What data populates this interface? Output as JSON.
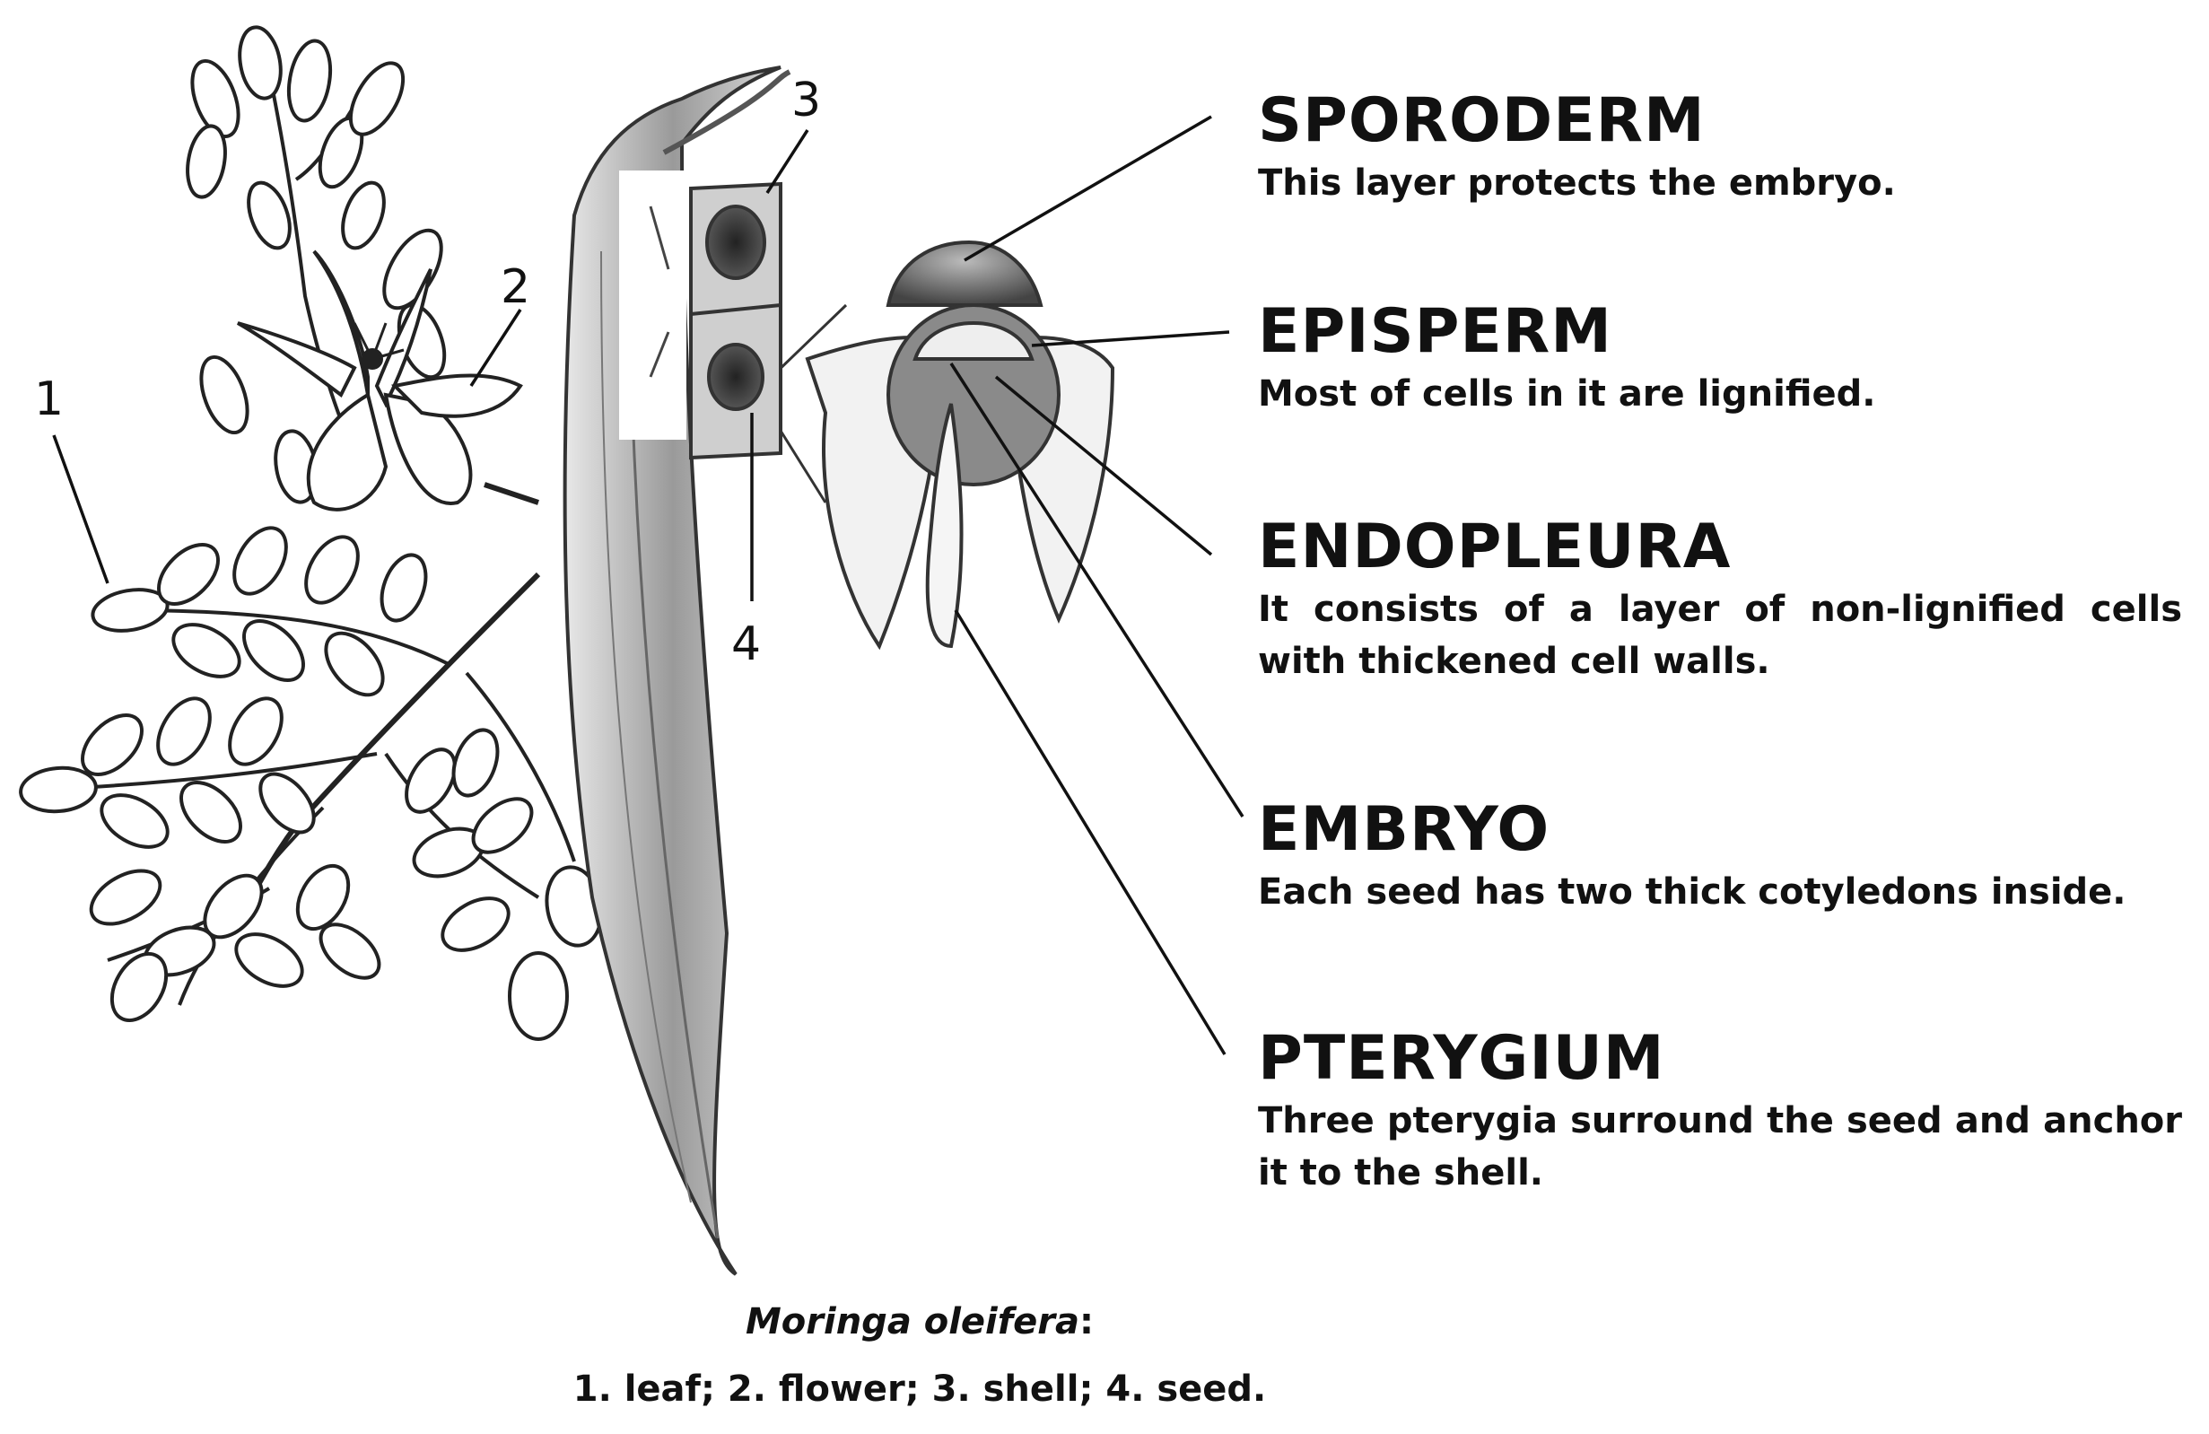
{
  "parts": [
    {
      "title": "SPORODERM",
      "desc": "This layer protects the embryo."
    },
    {
      "title": "EPISPERM",
      "desc": "Most of cells in it are lignified."
    },
    {
      "title": "ENDOPLEURA",
      "desc": "It consists of a layer of non-lignified cells with thickened cell walls."
    },
    {
      "title": "EMBRYO",
      "desc": "Each seed has two thick cotyledons inside."
    },
    {
      "title": "PTERYGIUM",
      "desc": "Three pterygia surround the seed and anchor it to the shell."
    }
  ],
  "numbers": [
    "1",
    "2",
    "3",
    "4"
  ],
  "caption": {
    "species": "Moringa oleifera",
    "colon": ":",
    "legend": "1.  leaf; 2. flower; 3. shell; 4. seed."
  }
}
